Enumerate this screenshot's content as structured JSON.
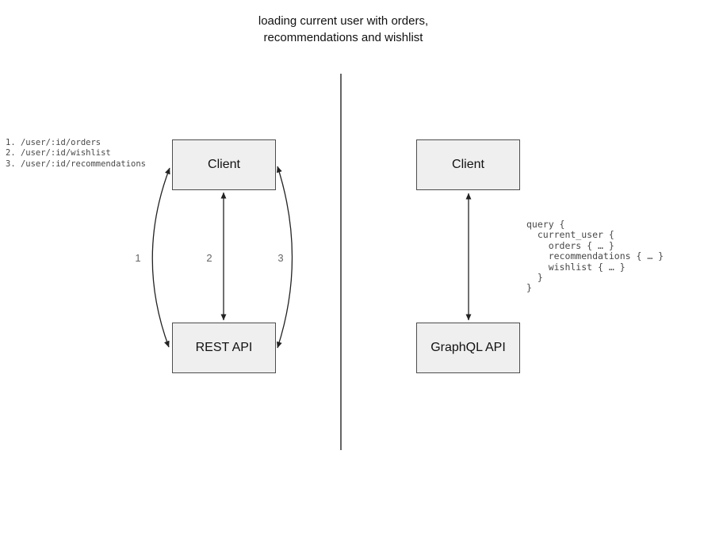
{
  "title": "loading current user with orders,\nrecommendations and wishlist",
  "left_panel": {
    "endpoints": "1. /user/:id/orders\n2. /user/:id/wishlist\n3. /user/:id/recommendations",
    "client_label": "Client",
    "api_label": "REST API",
    "arrow_labels": [
      "1",
      "2",
      "3"
    ]
  },
  "right_panel": {
    "client_label": "Client",
    "api_label": "GraphQL API",
    "query": "query {\n  current_user {\n    orders { … }\n    recommendations { … }\n    wishlist { … }\n  }\n}"
  },
  "colors": {
    "box_fill": "#efefef",
    "box_border": "#4d4d4d",
    "arrow_stroke": "#222222",
    "divider": "#666666",
    "code_text": "#484848",
    "muted_label": "#666666"
  }
}
